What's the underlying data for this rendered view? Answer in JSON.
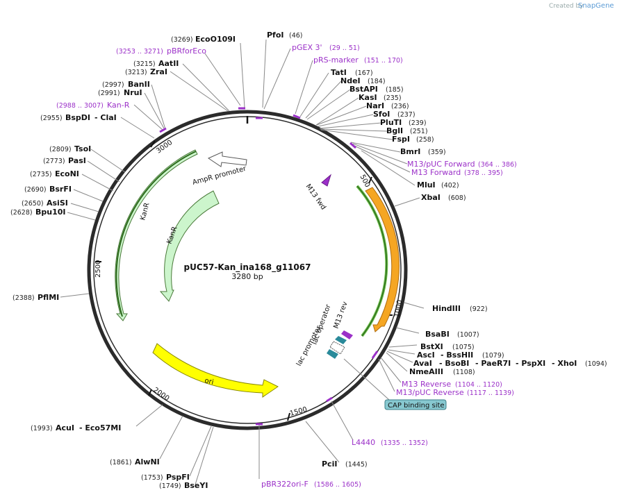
{
  "brand": {
    "created_by": "Created by",
    "name": "SnapGene"
  },
  "plasmid": {
    "name": "pUC57-Kan_ina168_g11067",
    "length": "3280 bp"
  },
  "ticks": [
    "500",
    "1000",
    "1500",
    "2000",
    "2500",
    "3000"
  ],
  "sites": {
    "ecoo109i": {
      "name": "EcoO109I",
      "pos": "(3269)"
    },
    "pfoi": {
      "name": "PfoI",
      "pos": "(46)"
    },
    "aatii": {
      "name": "AatII",
      "pos": "(3215)"
    },
    "zrai": {
      "name": "ZraI",
      "pos": "(3213)"
    },
    "banii": {
      "name": "BanII",
      "pos": "(2997)"
    },
    "nrui": {
      "name": "NruI",
      "pos": "(2991)"
    },
    "bspdi": {
      "name": "BspDI",
      "name2": "- ClaI",
      "pos": "(2955)"
    },
    "tsoi": {
      "name": "TsoI",
      "pos": "(2809)"
    },
    "pasi": {
      "name": "PasI",
      "pos": "(2773)"
    },
    "econi": {
      "name": "EcoNI",
      "pos": "(2735)"
    },
    "bsrfi": {
      "name": "BsrFI",
      "pos": "(2690)"
    },
    "asisi": {
      "name": "AsiSI",
      "pos": "(2650)"
    },
    "bpu10i": {
      "name": "Bpu10I",
      "pos": "(2628)"
    },
    "pflmi": {
      "name": "PflMI",
      "pos": "(2388)"
    },
    "acui": {
      "name": "AcuI",
      "name2": "- Eco57MI",
      "pos": "(1993)"
    },
    "alwni": {
      "name": "AlwNI",
      "pos": "(1861)"
    },
    "pspfi": {
      "name": "PspFI",
      "pos": "(1753)"
    },
    "bseyi": {
      "name": "BseYI",
      "pos": "(1749)"
    },
    "tati": {
      "name": "TatI",
      "pos": "(167)"
    },
    "ndei": {
      "name": "NdeI",
      "pos": "(184)"
    },
    "bstapi": {
      "name": "BstAPI",
      "pos": "(185)"
    },
    "kasi": {
      "name": "KasI",
      "pos": "(235)"
    },
    "nari": {
      "name": "NarI",
      "pos": "(236)"
    },
    "sfoi": {
      "name": "SfoI",
      "pos": "(237)"
    },
    "plutı": {
      "name": "PluTI",
      "pos": "(239)"
    },
    "bgli": {
      "name": "BglI",
      "pos": "(251)"
    },
    "fspi": {
      "name": "FspI",
      "pos": "(258)"
    },
    "bmri": {
      "name": "BmrI",
      "pos": "(359)"
    },
    "mlui": {
      "name": "MluI",
      "pos": "(402)"
    },
    "xbai": {
      "name": "XbaI",
      "pos": "(608)"
    },
    "hindiii": {
      "name": "HindIII",
      "pos": "(922)"
    },
    "bsabi": {
      "name": "BsaBI",
      "pos": "(1007)"
    },
    "bstxi": {
      "name": "BstXI",
      "pos": "(1075)"
    },
    "asci": {
      "name": "AscI",
      "name2": "- BssHII",
      "pos": "(1079)"
    },
    "avai": {
      "name": "AvaI",
      "name2": "- BsoBI",
      "name3": "- PaeR7I",
      "name4": "- PspXI",
      "name5": "- XhoI",
      "pos": "(1094)"
    },
    "nmeaiii": {
      "name": "NmeAIII",
      "pos": "(1108)"
    },
    "pcii": {
      "name": "PciI",
      "pos": "(1445)"
    }
  },
  "primers": {
    "pbrforeco": {
      "name": "pBRforEco",
      "range": "(3253 .. 3271)"
    },
    "pgex3": {
      "name": "pGEX 3'",
      "range": "(29 .. 51)"
    },
    "prsmarker": {
      "name": "pRS-marker",
      "range": "(151 .. 170)"
    },
    "kanr": {
      "name": "Kan-R",
      "range": "(2988 .. 3007)"
    },
    "m13puc_fwd": {
      "name": "M13/pUC Forward",
      "range": "(364 .. 386)"
    },
    "m13_fwd": {
      "name": "M13 Forward",
      "range": "(378 .. 395)"
    },
    "m13_rev": {
      "name": "M13 Reverse",
      "range": "(1104 .. 1120)"
    },
    "m13puc_rev": {
      "name": "M13/pUC Reverse",
      "range": "(1117 .. 1139)"
    },
    "l4440": {
      "name": "L4440",
      "range": "(1335 .. 1352)"
    },
    "pbr322ori": {
      "name": "pBR322ori-F",
      "range": "(1586 .. 1605)"
    }
  },
  "features": {
    "kanr_outer": "KanR",
    "kanr_inner": "KanR",
    "ampr_promoter": "AmpR promoter",
    "m13fwd": "M13 fwd",
    "ori": "ori",
    "lac_operator": "lac operator",
    "lac_promoter": "lac promoter",
    "m13rev": "M13 rev",
    "cap": "CAP binding site"
  },
  "colors": {
    "kanr": "#ccf5cc",
    "ori": "#ffff00",
    "insert": "#f5a623",
    "primer": "#9b30c8",
    "cap": "#87c8d0",
    "lac": "#2a8a9a"
  }
}
